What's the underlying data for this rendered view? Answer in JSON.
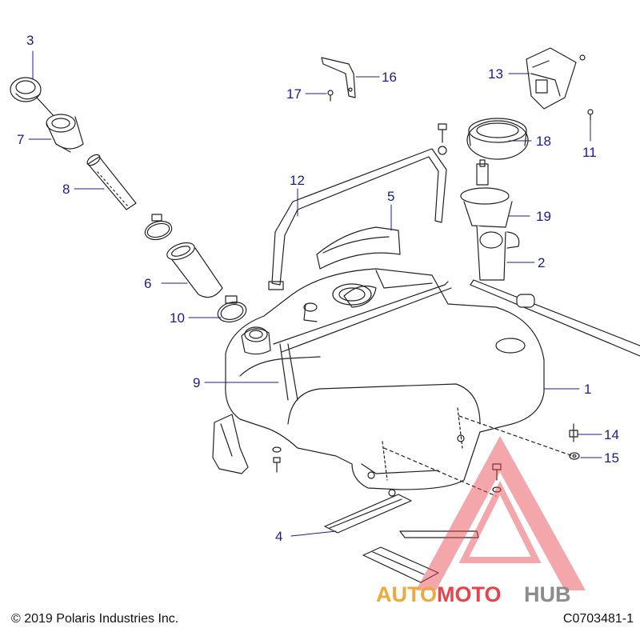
{
  "callouts": [
    {
      "id": "1",
      "label": "1"
    },
    {
      "id": "2",
      "label": "2"
    },
    {
      "id": "3",
      "label": "3"
    },
    {
      "id": "4",
      "label": "4"
    },
    {
      "id": "5",
      "label": "5"
    },
    {
      "id": "6",
      "label": "6"
    },
    {
      "id": "7",
      "label": "7"
    },
    {
      "id": "8",
      "label": "8"
    },
    {
      "id": "9",
      "label": "9"
    },
    {
      "id": "10",
      "label": "10"
    },
    {
      "id": "11",
      "label": "11"
    },
    {
      "id": "12",
      "label": "12"
    },
    {
      "id": "13",
      "label": "13"
    },
    {
      "id": "14",
      "label": "14"
    },
    {
      "id": "15",
      "label": "15"
    },
    {
      "id": "16",
      "label": "16"
    },
    {
      "id": "17",
      "label": "17"
    },
    {
      "id": "18",
      "label": "18"
    },
    {
      "id": "19",
      "label": "19"
    }
  ],
  "footer": {
    "copyright": "© 2019 Polaris Industries Inc.",
    "drawing_code": "C0703481-1"
  },
  "watermark": {
    "text_auto": "AUTO",
    "text_moto": "MOTO",
    "text_hub": "HUB",
    "color_red": "#e8434a",
    "color_orange": "#f0a83a",
    "color_gray": "#8c8c8c"
  },
  "colors": {
    "callout": "#1c1c8a",
    "line_art": "#222222"
  }
}
